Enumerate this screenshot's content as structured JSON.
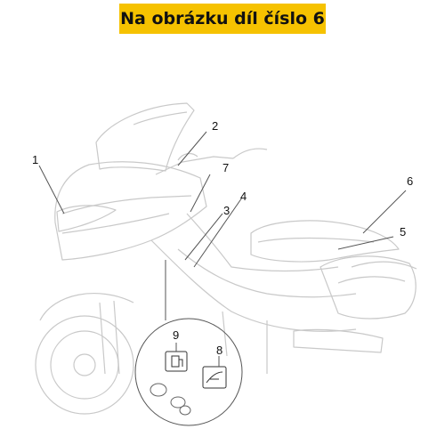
{
  "header": {
    "title": "Na obrázku díl číslo 6",
    "background_color": "#f6c200"
  },
  "diagram": {
    "line_color": "#c9c9c9",
    "callout_labels": [
      "1",
      "2",
      "3",
      "4",
      "5",
      "6",
      "7",
      "8",
      "9"
    ]
  }
}
